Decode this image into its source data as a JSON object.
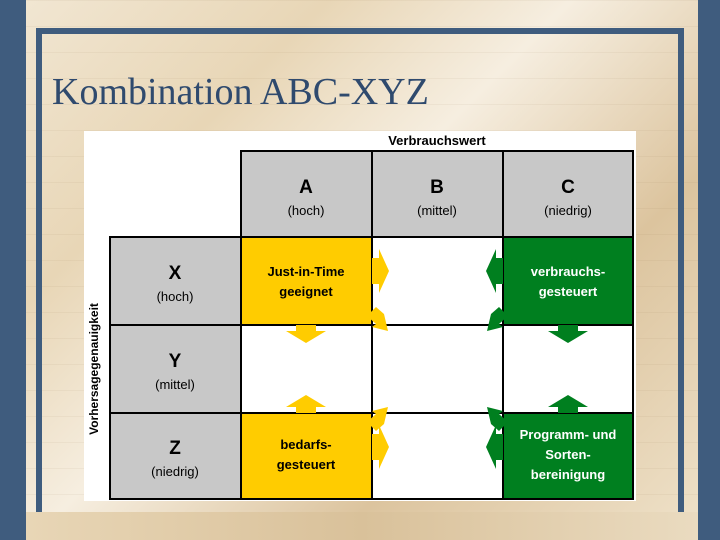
{
  "title": "Kombination ABC-XYZ",
  "diagram": {
    "column_axis_label": "Verbrauchswert",
    "row_axis_label": "Vorhersagegenauigkeit",
    "columns": [
      {
        "letter": "A",
        "sub": "(hoch)"
      },
      {
        "letter": "B",
        "sub": "(mittel)"
      },
      {
        "letter": "C",
        "sub": "(niedrig)"
      }
    ],
    "rows": [
      {
        "letter": "X",
        "sub": "(hoch)"
      },
      {
        "letter": "Y",
        "sub": "(mittel)"
      },
      {
        "letter": "Z",
        "sub": "(niedrig)"
      }
    ],
    "cells": {
      "ax": {
        "lines": [
          "Just-in-Time",
          "geeignet"
        ],
        "color": "#ffcc00"
      },
      "cx": {
        "lines": [
          "verbrauchs-",
          "gesteuert"
        ],
        "color": "#007f1f"
      },
      "az": {
        "lines": [
          "bedarfs-",
          "gesteuert"
        ],
        "color": "#ffcc00"
      },
      "cz": {
        "lines": [
          "Programm- und",
          "Sorten-",
          "bereinigung"
        ],
        "color": "#007f1f"
      }
    },
    "colors": {
      "header_gray": "#c8c8c8",
      "yellow": "#ffcc00",
      "green": "#007f1f",
      "frame": "#3f5c7e",
      "title": "#2f4a6e"
    }
  }
}
